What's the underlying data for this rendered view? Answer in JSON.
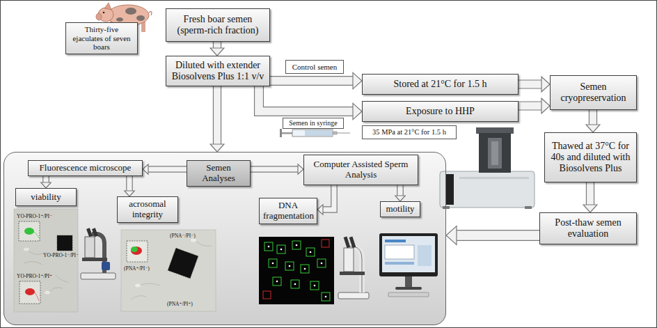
{
  "diagram": {
    "nodes": [
      {
        "text": [
          "Thirty-five ejaculates of seven boars"
        ]
      },
      {
        "text": [
          "Fresh boar semen (sperm-rich fraction)"
        ]
      },
      {
        "text": [
          "Diluted with extender Biosolvens Plus 1:1 v/v"
        ]
      },
      {
        "text": [
          "Control semen"
        ]
      },
      {
        "text": [
          "Stored at 21°C for 1.5 h"
        ]
      },
      {
        "text": [
          "Exposure to HHP"
        ]
      },
      {
        "text": [
          "Semen in syringe"
        ]
      },
      {
        "text": [
          "35 MPa at 21°C for 1.5 h"
        ]
      },
      {
        "text": [
          "Semen cryopreservation"
        ]
      },
      {
        "text": [
          "Thawed at 37°C for 40s and diluted with Biosolvens Plus"
        ]
      },
      {
        "text": [
          "Post-thaw semen evaluation"
        ]
      },
      {
        "text": []
      },
      {
        "text": [
          "Fluorescence microscope"
        ],
        "in": 11
      },
      {
        "text": [
          "Semen Analyses"
        ],
        "in": 11
      },
      {
        "text": [
          "Computer Assisted Sperm Analysis"
        ],
        "in": 11
      },
      {
        "text": [
          "viability"
        ],
        "in": 11
      },
      {
        "text": [
          "acrosomal integrity"
        ],
        "in": 11
      },
      {
        "text": [
          "DNA fragmentation"
        ],
        "in": 11
      },
      {
        "text": [
          "motility"
        ],
        "in": 11
      }
    ],
    "edges": [
      {
        "from": 1,
        "to": 2,
        "arrow": "to"
      },
      {
        "from": 2,
        "to": 4,
        "arrow": "to"
      },
      {
        "from": 2,
        "to": 5,
        "arrow": "to"
      },
      {
        "from": 2,
        "to": 11,
        "arrow": "to"
      },
      {
        "from": 4,
        "to": 8,
        "arrow": "to"
      },
      {
        "from": 5,
        "to": 8,
        "arrow": "to"
      },
      {
        "from": 8,
        "to": 9,
        "arrow": "to"
      },
      {
        "from": 9,
        "to": 10,
        "arrow": "to"
      },
      {
        "from": 10,
        "to": 11,
        "arrow": "to"
      },
      {
        "from": 13,
        "to": 12,
        "arrow": "to"
      },
      {
        "from": 13,
        "to": 14,
        "arrow": "to"
      },
      {
        "from": 12,
        "to": 15,
        "arrow": "to"
      },
      {
        "from": 12,
        "to": 16,
        "arrow": "to"
      },
      {
        "from": 14,
        "to": 17,
        "arrow": "to"
      },
      {
        "from": 14,
        "to": 18,
        "arrow": "to"
      }
    ],
    "labels": [
      "YO-PRO-1⁺/PI⁻",
      "YO-PRO-1⁻/PI⁻",
      "YO-PRO-1⁺/PI⁺",
      "(PNA⁻/PI⁻)",
      "(PNA⁺/PI⁻)",
      "(PNA⁺/PI⁺)"
    ]
  }
}
